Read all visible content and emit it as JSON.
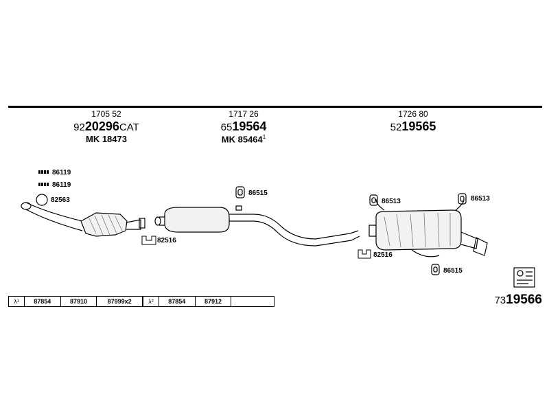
{
  "groups": [
    {
      "line1": "1705 52",
      "prefix": "92",
      "main": "20296",
      "suffix": "CAT",
      "mk": "MK  18473",
      "mk_sup": ""
    },
    {
      "line1": "1717 26",
      "prefix": "65",
      "main": "19564",
      "suffix": "",
      "mk": "MK  85464",
      "mk_sup": "1"
    },
    {
      "line1": "1726 80",
      "prefix": "52",
      "main": "19565",
      "suffix": "",
      "mk": "",
      "mk_sup": ""
    }
  ],
  "labels": {
    "p86119a": "86119",
    "p86119b": "86119",
    "p82563": "82563",
    "p82516a": "82516",
    "p86515a": "86515",
    "p86513a": "86513",
    "p86513b": "86513",
    "p82516b": "82516",
    "p86515b": "86515"
  },
  "tables": {
    "t1": {
      "lambda": "λ¹",
      "cells": [
        "87854",
        "87910",
        "87999x2"
      ]
    },
    "t2": {
      "lambda": "λ²",
      "cells": [
        "87854",
        "87912"
      ]
    }
  },
  "reference": {
    "prefix": "73",
    "main": "19566"
  }
}
